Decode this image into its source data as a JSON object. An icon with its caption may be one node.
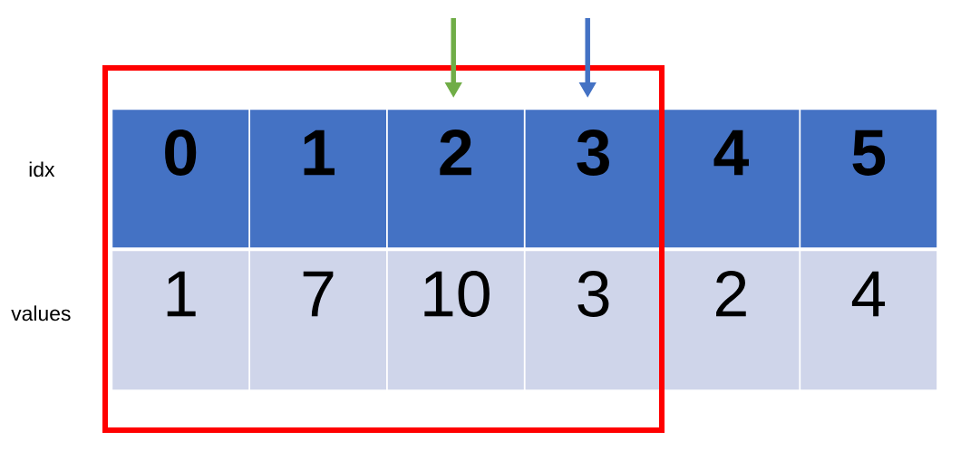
{
  "diagram": {
    "nodes": [
      {
        "text": [],
        "shape": "box"
      },
      {
        "text": [
          "0"
        ],
        "in": 0
      },
      {
        "text": [
          "1"
        ],
        "in": 0
      },
      {
        "text": [
          "2"
        ],
        "in": 0
      },
      {
        "text": [
          "3"
        ],
        "in": 0
      },
      {
        "text": [
          "4"
        ]
      },
      {
        "text": [
          "5"
        ]
      },
      {
        "text": [
          "1"
        ],
        "in": 0
      },
      {
        "text": [
          "7"
        ],
        "in": 0
      },
      {
        "text": [
          "10"
        ],
        "in": 0
      },
      {
        "text": [
          "3"
        ],
        "in": 0
      },
      {
        "text": [
          "2"
        ]
      },
      {
        "text": [
          "4"
        ]
      }
    ],
    "edges": [
      {
        "from": null,
        "to": 3,
        "arrow": "to",
        "color": "#70ad47"
      },
      {
        "from": null,
        "to": 4,
        "arrow": "to",
        "color": "#4472c4"
      }
    ],
    "labels": [
      "idx",
      "values"
    ]
  }
}
